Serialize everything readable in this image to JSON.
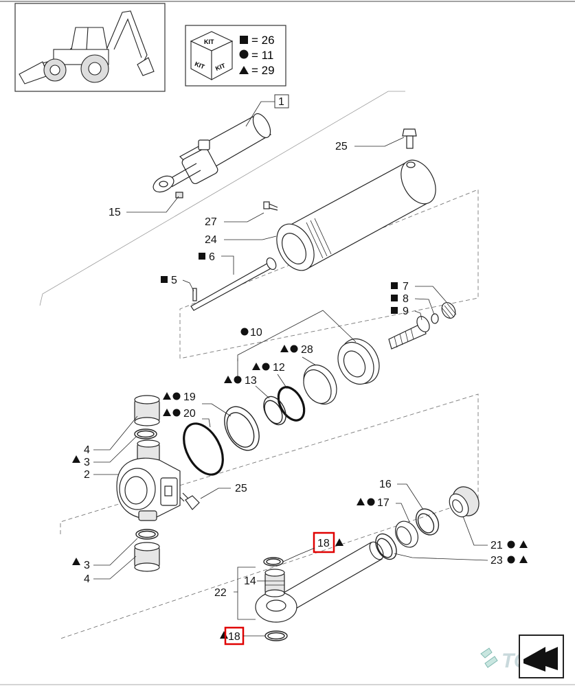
{
  "kit_legend": {
    "kit_text": "KIT",
    "square": "= 26",
    "circle": "= 11",
    "triangle": "= 29"
  },
  "callouts": {
    "c1": "1",
    "c2": "2",
    "c3a": "3",
    "c3b": "3",
    "c4a": "4",
    "c4b": "4",
    "c5": "5",
    "c6": "6",
    "c7": "7",
    "c8": "8",
    "c9": "9",
    "c10": "10",
    "c12": "12",
    "c13": "13",
    "c14": "14",
    "c15": "15",
    "c16": "16",
    "c17": "17",
    "c18a": "18",
    "c18b": "18",
    "c19": "19",
    "c20": "20",
    "c21": "21",
    "c22": "22",
    "c23": "23",
    "c24": "24",
    "c25a": "25",
    "c25b": "25",
    "c27": "27",
    "c28": "28"
  },
  "watermark": "TOO",
  "colors": {
    "highlight": "#e00000",
    "watermark": "#2a7d8c"
  },
  "icons": {
    "thumbnail": "backhoe-loader-icon",
    "kit": "kit-box-icon",
    "nav": "next-page-icon"
  }
}
